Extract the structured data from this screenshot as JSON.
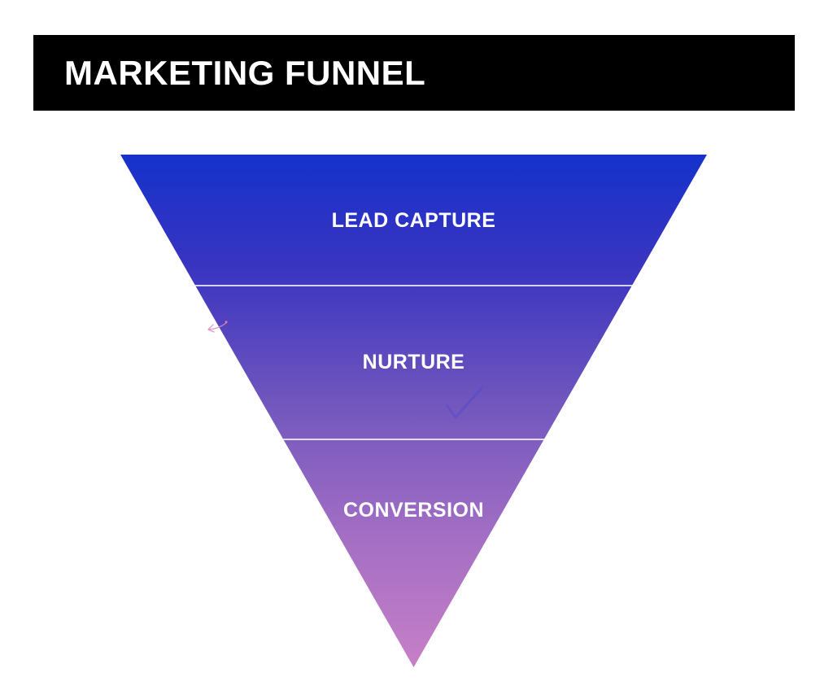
{
  "header": {
    "title": "MARKETING FUNNEL",
    "bar_color": "#000000",
    "text_color": "#ffffff"
  },
  "funnel": {
    "stages": [
      {
        "label": "LEAD CAPTURE"
      },
      {
        "label": "NURTURE"
      },
      {
        "label": "CONVERSION"
      }
    ],
    "gradient": {
      "top": "#1532cb",
      "upper_mid": "#3a34c0",
      "mid": "#7257bd",
      "lower_mid": "#a46fc4",
      "bottom": "#c77fc6"
    },
    "divider_color": "rgba(255,255,255,0.78)",
    "label_color": "#ffffff"
  },
  "decorations": {
    "checkmark_color": "rgba(80,70,210,0.45)",
    "scribble_color": "rgba(216,140,200,0.85)"
  }
}
